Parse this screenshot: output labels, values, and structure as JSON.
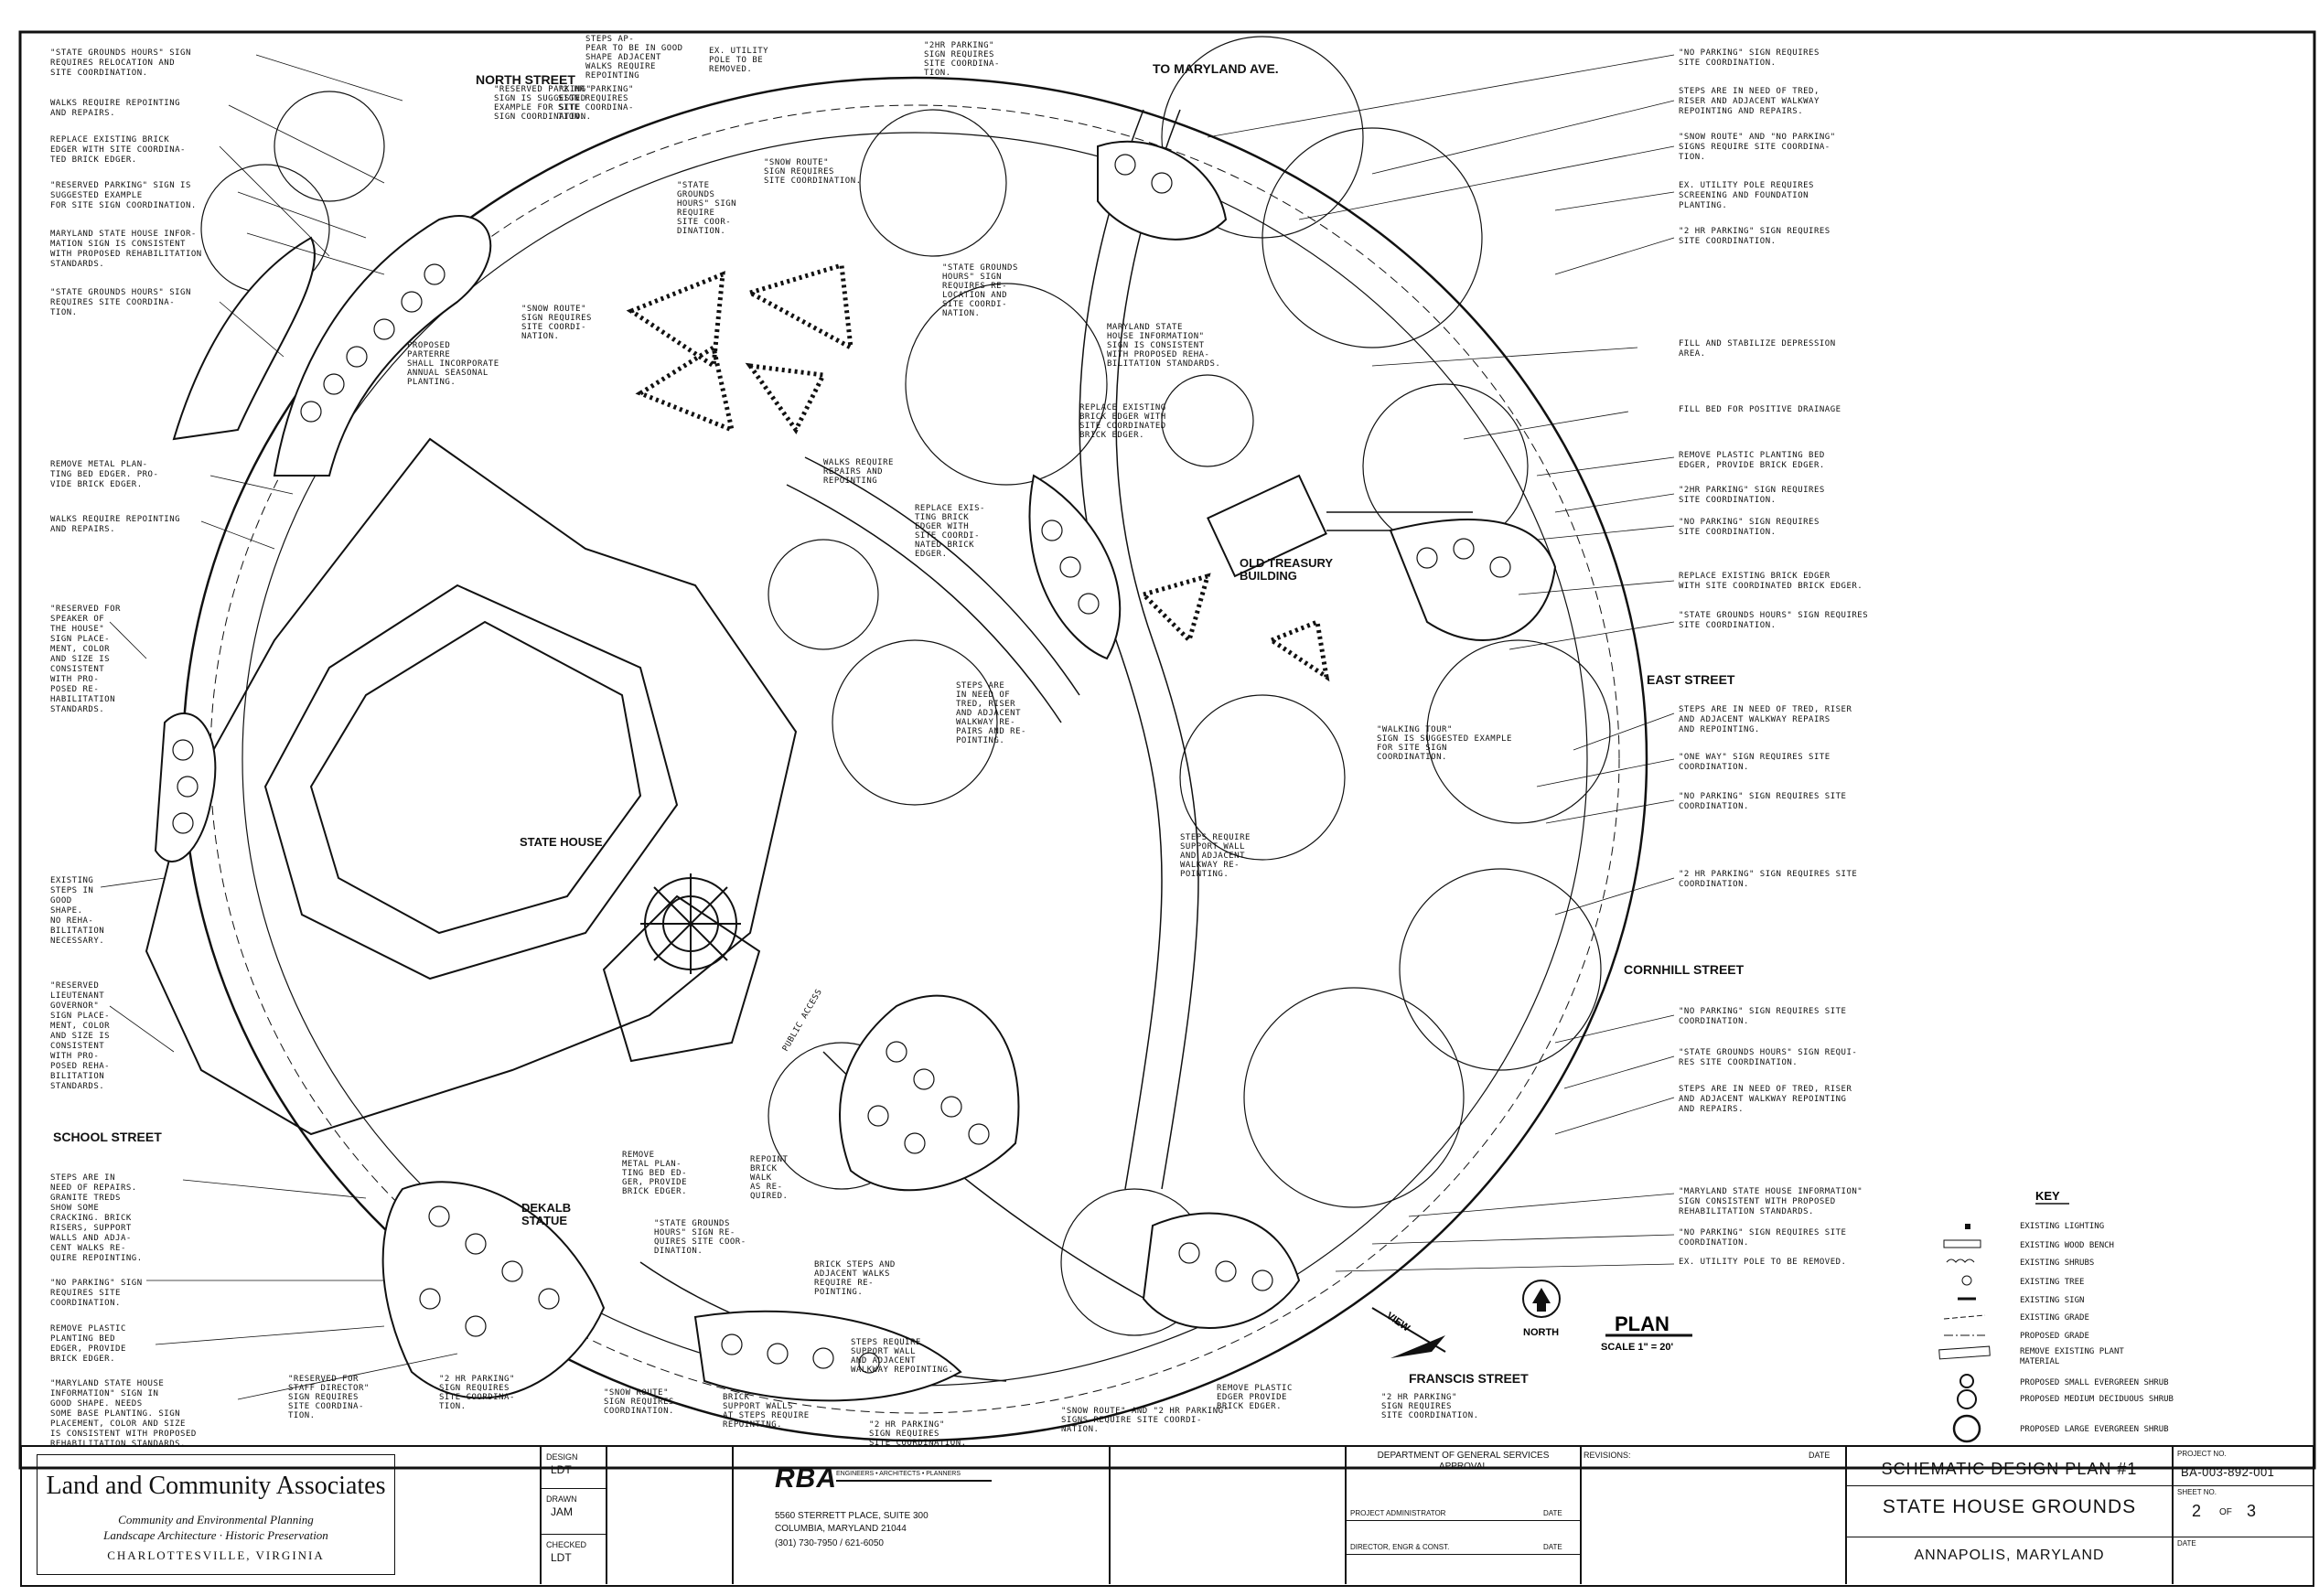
{
  "streets": {
    "north": "NORTH STREET",
    "maryland": "TO MARYLAND AVE.",
    "east": "EAST STREET",
    "cornhill": "CORNHILL STREET",
    "school": "SCHOOL STREET",
    "francis": "FRANSCIS STREET"
  },
  "buildings": {
    "state_house": "STATE HOUSE",
    "old_treasury_1": "OLD TREASURY",
    "old_treasury_2": "BUILDING",
    "dekalb_1": "DEKALB",
    "dekalb_2": "STATUE",
    "public_access": "PUBLIC ACCESS"
  },
  "left_notes": [
    [
      "\"STATE GROUNDS HOURS\" SIGN",
      "REQUIRES RELOCATION AND",
      "SITE COORDINATION."
    ],
    [
      "WALKS REQUIRE REPOINTING",
      "AND REPAIRS."
    ],
    [
      "REPLACE EXISTING BRICK",
      "EDGER WITH SITE COORDINA-",
      "TED BRICK EDGER."
    ],
    [
      "\"RESERVED PARKING\" SIGN IS",
      "SUGGESTED EXAMPLE",
      "FOR SITE SIGN COORDINATION."
    ],
    [
      "MARYLAND STATE HOUSE INFOR-",
      "MATION SIGN IS CONSISTENT",
      "WITH PROPOSED REHABILITATION",
      "STANDARDS."
    ],
    [
      "\"STATE GROUNDS HOURS\" SIGN",
      "REQUIRES SITE COORDINA-",
      "TION."
    ],
    [
      "REMOVE METAL PLAN-",
      "TING BED EDGER. PRO-",
      "VIDE BRICK EDGER."
    ],
    [
      "WALKS REQUIRE REPOINTING",
      "AND REPAIRS."
    ],
    [
      "\"RESERVED FOR",
      "SPEAKER OF",
      "THE HOUSE\"",
      "SIGN PLACE-",
      "MENT, COLOR",
      "AND SIZE IS",
      "CONSISTENT",
      "WITH PRO-",
      "POSED RE-",
      "HABILITATION",
      "STANDARDS."
    ],
    [
      "EXISTING",
      "STEPS IN",
      "GOOD",
      "SHAPE.",
      "NO REHA-",
      "BILITATION",
      "NECESSARY."
    ],
    [
      "\"RESERVED",
      "LIEUTENANT",
      "GOVERNOR\"",
      "SIGN PLACE-",
      "MENT, COLOR",
      "AND SIZE IS",
      "CONSISTENT",
      "WITH PRO-",
      "POSED REHA-",
      "BILITATION",
      "STANDARDS."
    ],
    [
      "STEPS ARE IN",
      "NEED OF REPAIRS.",
      "GRANITE TREDS",
      "SHOW SOME",
      "CRACKING. BRICK",
      "RISERS, SUPPORT",
      "WALLS AND ADJA-",
      "CENT WALKS RE-",
      "QUIRE REPOINTING."
    ],
    [
      "\"NO PARKING\" SIGN",
      "REQUIRES SITE",
      "COORDINATION."
    ],
    [
      "REMOVE PLASTIC",
      "PLANTING BED",
      "EDGER, PROVIDE",
      "BRICK EDGER."
    ],
    [
      "\"MARYLAND STATE HOUSE",
      "INFORMATION\" SIGN IN",
      "GOOD SHAPE. NEEDS",
      "SOME BASE PLANTING. SIGN",
      "PLACEMENT, COLOR AND SIZE",
      "IS CONSISTENT WITH PROPOSED",
      "REHABILITATION STANDARDS."
    ]
  ],
  "right_notes": [
    [
      "\"NO PARKING\" SIGN REQUIRES",
      "SITE COORDINATION."
    ],
    [
      "STEPS ARE IN NEED OF TRED,",
      "RISER AND ADJACENT WALKWAY",
      "REPOINTING AND REPAIRS."
    ],
    [
      "\"SNOW ROUTE\" AND \"NO PARKING\"",
      "SIGNS REQUIRE SITE COORDINA-",
      "TION."
    ],
    [
      "EX. UTILITY POLE REQUIRES",
      "SCREENING AND FOUNDATION",
      "PLANTING."
    ],
    [
      "\"2 HR PARKING\" SIGN REQUIRES",
      "SITE COORDINATION."
    ],
    [
      "FILL AND STABILIZE DEPRESSION",
      "AREA."
    ],
    [
      "FILL BED FOR POSITIVE DRAINAGE"
    ],
    [
      "REMOVE PLASTIC PLANTING BED",
      "EDGER, PROVIDE BRICK EDGER."
    ],
    [
      "\"2HR PARKING\" SIGN REQUIRES",
      "SITE COORDINATION."
    ],
    [
      "\"NO PARKING\" SIGN REQUIRES",
      "SITE COORDINATION."
    ],
    [
      "REPLACE EXISTING BRICK EDGER",
      "WITH SITE COORDINATED BRICK EDGER."
    ],
    [
      "\"STATE GROUNDS HOURS\" SIGN REQUIRES",
      "SITE COORDINATION."
    ],
    [
      "STEPS ARE IN NEED OF TRED, RISER",
      "AND ADJACENT WALKWAY REPAIRS",
      "AND REPOINTING."
    ],
    [
      "\"ONE WAY\" SIGN REQUIRES SITE",
      "COORDINATION."
    ],
    [
      "\"NO PARKING\" SIGN REQUIRES SITE",
      "COORDINATION."
    ],
    [
      "\"2 HR PARKING\" SIGN REQUIRES SITE",
      "COORDINATION."
    ],
    [
      "\"NO PARKING\" SIGN REQUIRES SITE",
      "COORDINATION."
    ],
    [
      "\"STATE GROUNDS HOURS\" SIGN REQUI-",
      "RES SITE COORDINATION."
    ],
    [
      "STEPS ARE IN NEED OF TRED, RISER",
      "AND ADJACENT WALKWAY REPOINTING",
      "AND REPAIRS."
    ],
    [
      "\"MARYLAND STATE HOUSE INFORMATION\"",
      "SIGN CONSISTENT WITH PROPOSED",
      "REHABILITATION STANDARDS."
    ],
    [
      "\"NO PARKING\" SIGN REQUIRES SITE",
      "COORDINATION."
    ],
    [
      "EX. UTILITY POLE TO BE REMOVED."
    ]
  ],
  "top_notes": [
    [
      "STEPS AP-",
      "PEAR TO BE IN GOOD",
      "SHAPE ADJACENT",
      "WALKS REQUIRE",
      "REPOINTING"
    ],
    [
      "\"RESERVED PARKING\"",
      "SIGN IS SUGGESTED",
      "EXAMPLE FOR SITE",
      "SIGN COORDINATION."
    ],
    [
      "\"2 HR PARKING\"",
      "SIGN REQUIRES",
      "SITE COORDINA-",
      "TION."
    ],
    [
      "EX. UTILITY",
      "POLE TO BE",
      "REMOVED."
    ],
    [
      "\"2HR PARKING\"",
      "SIGN REQUIRES",
      "SITE COORDINA-",
      "TION."
    ]
  ],
  "inner_notes": [
    [
      "\"STATE",
      "GROUNDS",
      "HOURS\" SIGN",
      "REQUIRE",
      "SITE COOR-",
      "DINATION."
    ],
    [
      "\"SNOW ROUTE\"",
      "SIGN REQUIRES",
      "SITE COORDINATION."
    ],
    [
      "\"SNOW ROUTE\"",
      "SIGN REQUIRES",
      "SITE COORDI-",
      "NATION."
    ],
    [
      "PROPOSED",
      "PARTERRE",
      "SHALL INCORPORATE",
      "ANNUAL SEASONAL",
      "PLANTING."
    ],
    [
      "\"STATE GROUNDS",
      "HOURS\" SIGN",
      "REQUIRES RE-",
      "LOCATION AND",
      "SITE COORDI-",
      "NATION."
    ],
    [
      "MARYLAND STATE",
      "HOUSE INFORMATION\"",
      "SIGN IS CONSISTENT",
      "WITH PROPOSED REHA-",
      "BILITATION STANDARDS."
    ],
    [
      "REPLACE EXISTING",
      "BRICK EDGER WITH",
      "SITE COORDINATED",
      "BRICK EDGER."
    ],
    [
      "WALKS REQUIRE",
      "REPAIRS AND",
      "REPOINTING"
    ],
    [
      "REPLACE EXIS-",
      "TING BRICK",
      "EDGER WITH",
      "SITE COORDI-",
      "NATED BRICK",
      "EDGER."
    ],
    [
      "STEPS ARE",
      "IN NEED OF",
      "TRED, RISER",
      "AND ADJACENT",
      "WALKWAY RE-",
      "PAIRS AND RE-",
      "POINTING."
    ],
    [
      "\"WALKING TOUR\"",
      "SIGN IS SUGGESTED EXAMPLE",
      "FOR SITE SIGN",
      "COORDINATION."
    ],
    [
      "STEPS REQUIRE",
      "SUPPORT WALL",
      "AND ADJACENT",
      "WALKWAY RE-",
      "POINTING."
    ],
    [
      "REMOVE",
      "METAL PLAN-",
      "TING BED ED-",
      "GER, PROVIDE",
      "BRICK EDGER."
    ],
    [
      "REPOINT",
      "BRICK",
      "WALK",
      "AS RE-",
      "QUIRED."
    ],
    [
      "\"STATE GROUNDS",
      "HOURS\" SIGN RE-",
      "QUIRES SITE COOR-",
      "DINATION."
    ],
    [
      "BRICK STEPS AND",
      "ADJACENT WALKS",
      "REQUIRE RE-",
      "POINTING."
    ],
    [
      "STEPS REQUIRE",
      "SUPPORT WALL",
      "AND ADJACENT",
      "WALKWAY REPOINTING."
    ],
    [
      "\"2 HR PARKING\"",
      "SIGN REQUIRES",
      "SITE COORDINA-",
      "TION."
    ],
    [
      "\"RESERVED FOR",
      "STAFF DIRECTOR\"",
      "SIGN REQUIRES",
      "SITE COORDINA-",
      "TION."
    ],
    [
      "\"SNOW ROUTE\"",
      "SIGN REQUIRES",
      "COORDINATION."
    ],
    [
      "BRICK",
      "SUPPORT WALLS",
      "AT STEPS REQUIRE",
      "REPOINTING."
    ],
    [
      "\"2 HR PARKING\"",
      "SIGN REQUIRES",
      "SITE COORDINATION."
    ],
    [
      "\"SNOW ROUTE\" AND \"2 HR PARKING\"",
      "SIGNS REQUIRE SITE COORDI-",
      "NATION."
    ],
    [
      "REMOVE PLASTIC",
      "EDGER PROVIDE",
      "BRICK EDGER."
    ],
    [
      "\"2 HR PARKING\"",
      "SIGN REQUIRES",
      "SITE COORDINATION."
    ]
  ],
  "plan": {
    "label": "PLAN",
    "scale": "SCALE  1\" = 20'",
    "north": "NORTH",
    "view": "VIEW"
  },
  "key": {
    "title": "KEY",
    "items": [
      "EXISTING LIGHTING",
      "EXISTING WOOD BENCH",
      "EXISTING SHRUBS",
      "EXISTING TREE",
      "EXISTING SIGN",
      "EXISTING GRADE",
      "PROPOSED GRADE",
      "REMOVE EXISTING PLANT",
      "MATERIAL",
      "PROPOSED SMALL EVERGREEN SHRUB",
      "PROPOSED MEDIUM DECIDUOUS SHRUB",
      "PROPOSED LARGE EVERGREEN SHRUB"
    ]
  },
  "title_block": {
    "firm": "Land and Community Associates",
    "firm_line1": "Community and Environmental Planning",
    "firm_line2": "Landscape Architecture · Historic Preservation",
    "firm_city": "CHARLOTTESVILLE, VIRGINIA",
    "design_label": "DESIGN",
    "design_value": "LDT",
    "drawn_label": "DRAWN",
    "drawn_value": "JAM",
    "checked_label": "CHECKED",
    "checked_value": "LDT",
    "rba_logo": "RBA",
    "rba_tag": "ENGINEERS • ARCHITECTS • PLANNERS",
    "rba_address1": "5560 STERRETT PLACE, SUITE 300",
    "rba_address2": "COLUMBIA, MARYLAND 21044",
    "rba_phone": "(301) 730-7950 / 621-6050",
    "dgs_title": "DEPARTMENT OF GENERAL SERVICES",
    "dgs_approval": "APPROVAL",
    "project_admin": "PROJECT ADMINISTRATOR",
    "director": "DIRECTOR, ENGR & CONST.",
    "date_label": "DATE",
    "revisions": "REVISIONS:",
    "plan_name": "SCHEMATIC DESIGN PLAN #1",
    "project_title": "STATE HOUSE GROUNDS",
    "location": "ANNAPOLIS, MARYLAND",
    "project_no_label": "PROJECT NO.",
    "project_no": "BA-003-892-001",
    "sheet_no_label": "SHEET NO.",
    "sheet_no": "2",
    "sheet_of": "OF",
    "sheet_total": "3"
  }
}
